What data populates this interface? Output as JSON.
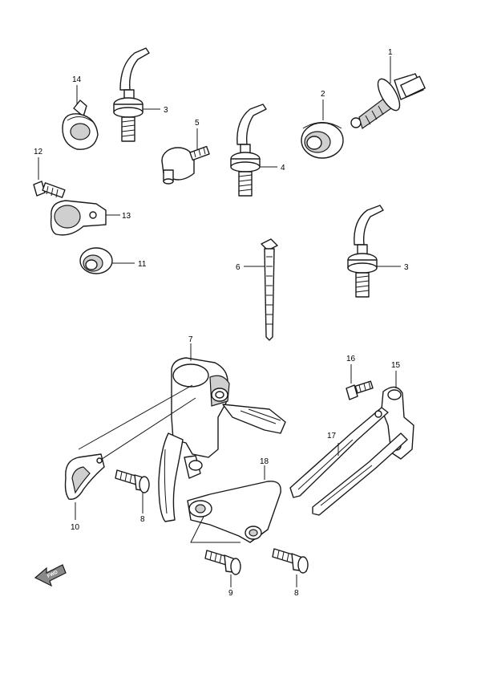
{
  "diagram": {
    "callouts": [
      {
        "id": "c1",
        "text": "1"
      },
      {
        "id": "c2",
        "text": "2"
      },
      {
        "id": "c3a",
        "text": "3"
      },
      {
        "id": "c3b",
        "text": "3"
      },
      {
        "id": "c4",
        "text": "4"
      },
      {
        "id": "c5",
        "text": "5"
      },
      {
        "id": "c6",
        "text": "6"
      },
      {
        "id": "c7",
        "text": "7"
      },
      {
        "id": "c8a",
        "text": "8"
      },
      {
        "id": "c8b",
        "text": "8"
      },
      {
        "id": "c9",
        "text": "9"
      },
      {
        "id": "c10",
        "text": "10"
      },
      {
        "id": "c11",
        "text": "11"
      },
      {
        "id": "c12",
        "text": "12"
      },
      {
        "id": "c13",
        "text": "13"
      },
      {
        "id": "c14",
        "text": "14"
      },
      {
        "id": "c15",
        "text": "15"
      },
      {
        "id": "c16",
        "text": "16"
      },
      {
        "id": "c17",
        "text": "17"
      },
      {
        "id": "c18",
        "text": "18"
      }
    ],
    "fwd_arrow": {
      "text": "FWD"
    }
  }
}
